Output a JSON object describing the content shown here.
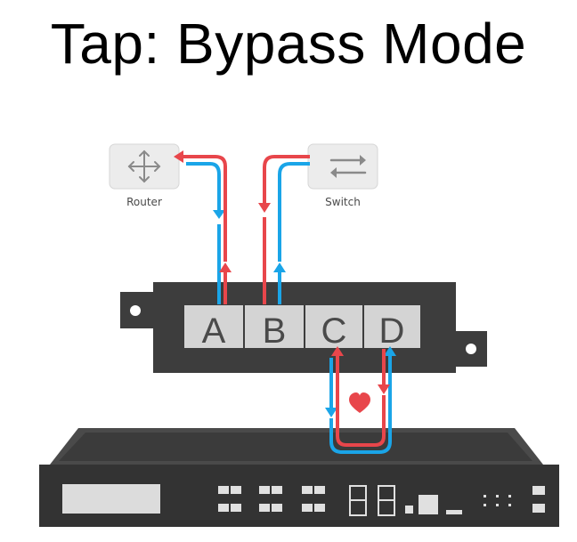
{
  "title": "Tap: Bypass Mode",
  "devices": {
    "router": {
      "label": "Router",
      "icon": "router-icon"
    },
    "switch": {
      "label": "Switch",
      "icon": "switch-icon"
    }
  },
  "tap_ports": [
    "A",
    "B",
    "C",
    "D"
  ],
  "heartbeat_icon": "heart-icon",
  "colors": {
    "red_flow": "#e8464b",
    "blue_flow": "#1aa5e8",
    "tap_body": "#3d3d3d",
    "port_bg": "#d4d4d4",
    "appliance_body": "#3a3a3a"
  }
}
